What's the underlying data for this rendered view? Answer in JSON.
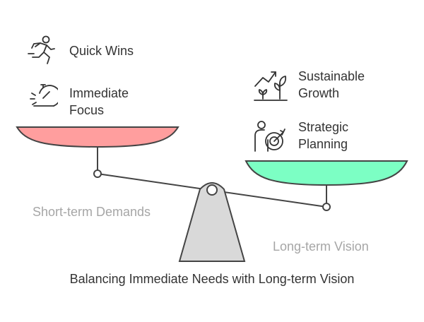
{
  "left": {
    "items": [
      {
        "label": "Quick Wins",
        "icon": "running-person-icon"
      },
      {
        "label_line1": "Immediate",
        "label_line2": "Focus",
        "icon": "stopwatch-icon"
      }
    ],
    "pan_color": "#FF9E9E",
    "caption": "Short-term Demands"
  },
  "right": {
    "items": [
      {
        "label_line1": "Sustainable",
        "label_line2": "Growth",
        "icon": "growth-chart-icon"
      },
      {
        "label_line1": "Strategic",
        "label_line2": "Planning",
        "icon": "target-person-icon"
      }
    ],
    "pan_color": "#7CFFC4",
    "caption": "Long-term Vision"
  },
  "fulcrum_color": "#D9D9D9",
  "title": "Balancing Immediate Needs with Long-term Vision"
}
